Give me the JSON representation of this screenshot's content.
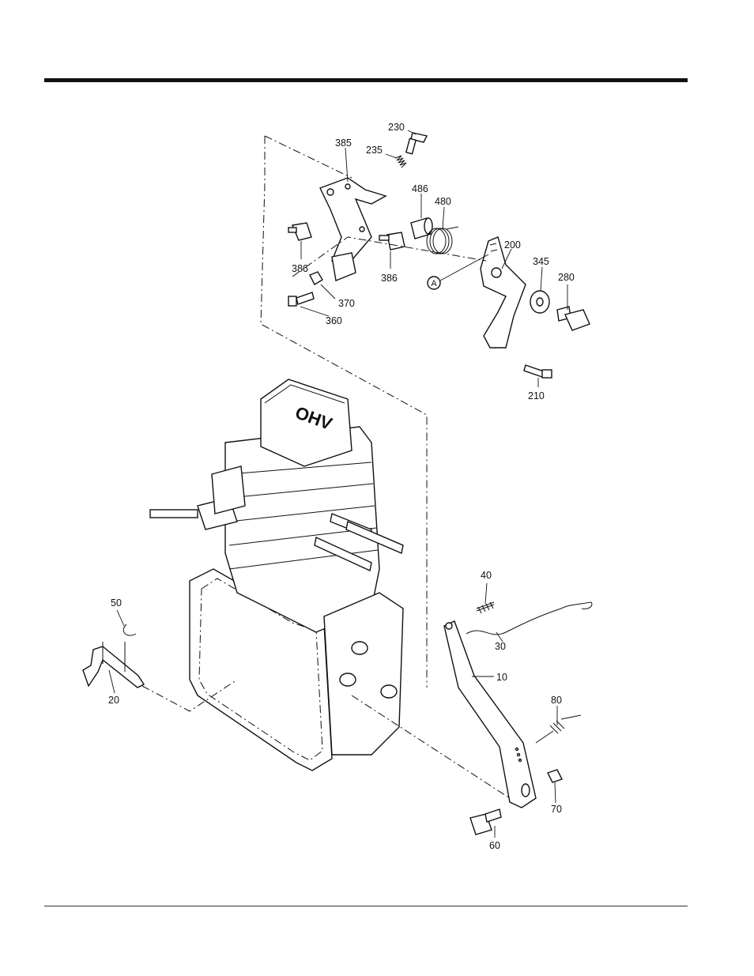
{
  "callouts": {
    "ref_a": "A"
  },
  "labels": {
    "p230": "230",
    "p235": "235",
    "p385": "385",
    "p486": "486",
    "p480": "480",
    "p386a": "386",
    "p386b": "386",
    "p370": "370",
    "p360": "360",
    "p200": "200",
    "p345": "345",
    "p280": "280",
    "p210": "210",
    "p40": "40",
    "p30": "30",
    "p10": "10",
    "p80": "80",
    "p70": "70",
    "p60": "60",
    "p50": "50",
    "p20": "20"
  },
  "engine_cover_text": "OHV"
}
